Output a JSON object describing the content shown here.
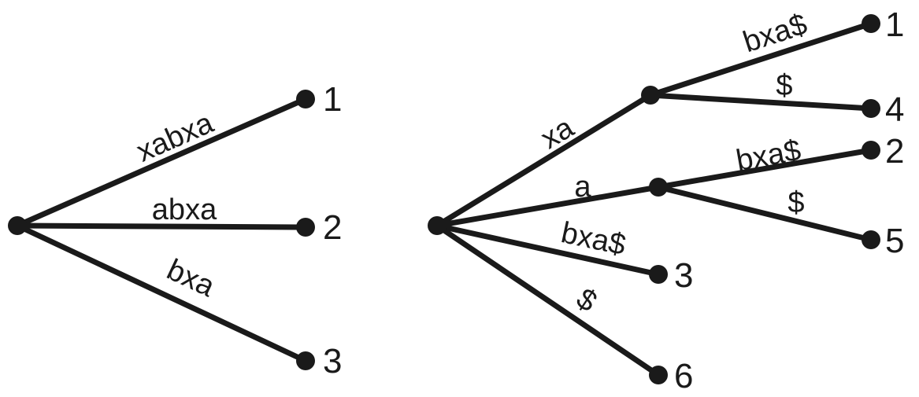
{
  "trees": [
    {
      "edges": [
        {
          "label": "xabxa",
          "leaf": "1"
        },
        {
          "label": "abxa",
          "leaf": "2"
        },
        {
          "label": "bxa",
          "leaf": "3"
        }
      ]
    },
    {
      "edges": [
        {
          "label": "xa"
        },
        {
          "label": "bxa$",
          "leaf": "1"
        },
        {
          "label": "$",
          "leaf": "4"
        },
        {
          "label": "a"
        },
        {
          "label": "bxa$",
          "leaf": "2"
        },
        {
          "label": "$",
          "leaf": "5"
        },
        {
          "label": "bxa$",
          "leaf": "3"
        },
        {
          "label": "$",
          "leaf": "6"
        }
      ]
    }
  ]
}
